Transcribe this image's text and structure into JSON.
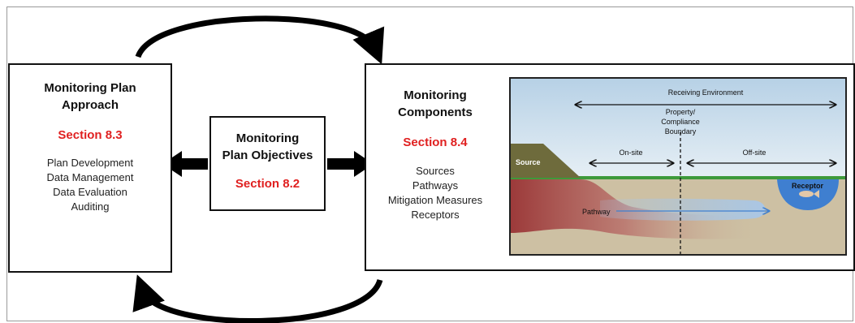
{
  "approach": {
    "title_line1": "Monitoring Plan",
    "title_line2": "Approach",
    "section": "Section 8.3",
    "items": [
      "Plan Development",
      "Data Management",
      "Data Evaluation",
      "Auditing"
    ]
  },
  "objectives": {
    "title_line1": "Monitoring",
    "title_line2": "Plan Objectives",
    "section": "Section 8.2"
  },
  "components": {
    "title_line1": "Monitoring",
    "title_line2": "Components",
    "section": "Section 8.4",
    "items": [
      "Sources",
      "Pathways",
      "Mitigation Measures",
      "Receptors"
    ]
  },
  "environment": {
    "receiving": "Receiving Environment",
    "boundary_line1": "Property/",
    "boundary_line2": "Compliance",
    "boundary_line3": "Boundary",
    "onsite": "On-site",
    "offsite": "Off-site",
    "source": "Source",
    "receptor": "Receptor",
    "pathway": "Pathway"
  },
  "colors": {
    "section_red": "#e02020",
    "sky": "#c3d9ea",
    "ground": "#cdc0a3",
    "grass": "#3e9a3a",
    "hill": "#6e6b3c",
    "plume": "#9c3a3a",
    "water": "#3f7fd0"
  }
}
